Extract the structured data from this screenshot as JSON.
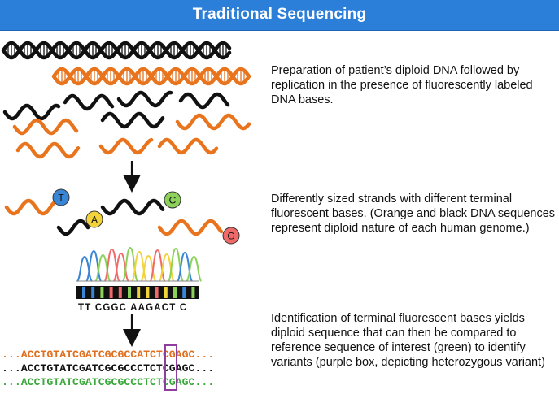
{
  "header": {
    "title": "Traditional Sequencing"
  },
  "steps": [
    {
      "text": "Preparation of patient’s diploid DNA followed by replication in the presence of fluorescently labeled DNA bases."
    },
    {
      "text": "Differently sized strands with different terminal fluorescent bases. (Orange and black DNA sequences represent diploid nature of each human genome.)"
    },
    {
      "text": "Identification of terminal fluorescent bases yields diploid sequence that can then be compared to reference sequence of interest (green) to identify variants (purple box, depicting heterozygous variant)"
    }
  ],
  "bases": [
    {
      "letter": "T",
      "color": "#3a86d6"
    },
    {
      "letter": "A",
      "color": "#f2d33c"
    },
    {
      "letter": "C",
      "color": "#8bd15a"
    },
    {
      "letter": "G",
      "color": "#f06a6a"
    }
  ],
  "chromatogram": {
    "base_calls": "TT CGGC AAGACT C"
  },
  "sequences": [
    {
      "text": "...ACCTGTATCGATCGCGCCATCTCGAGC...",
      "color": "#e07020"
    },
    {
      "text": "...ACCTGTATCGATCGCGCCCTCTCGAGC...",
      "color": "#111111"
    },
    {
      "text": "...ACCTGTATCGATCGCGCCCTCTCGAGC...",
      "color": "#3aa83a"
    }
  ],
  "colors": {
    "header": "#2b7fd8",
    "orange_strand": "#e8741e",
    "black_strand": "#111111",
    "variant_box": "#8e3f9e"
  }
}
